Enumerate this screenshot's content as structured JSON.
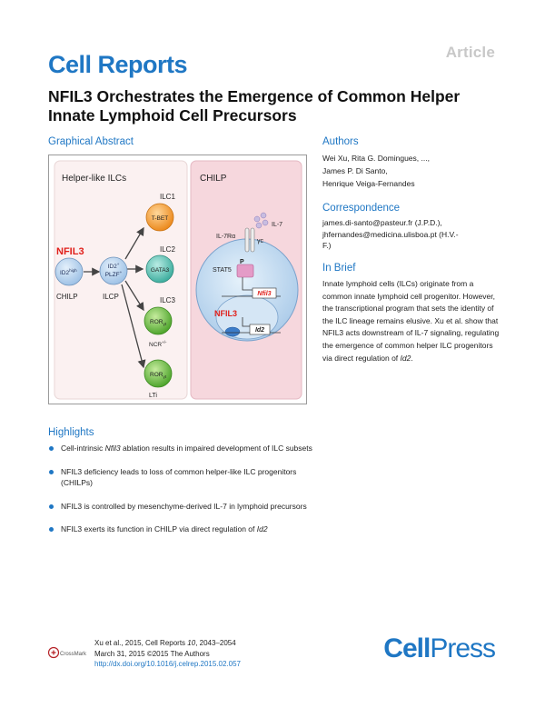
{
  "header": {
    "article_tag": "Article",
    "journal": "Cell Reports",
    "title": "NFIL3 Orchestrates the Emergence of Common Helper Innate Lymphoid Cell Precursors"
  },
  "graphical_abstract": {
    "heading": "Graphical Abstract",
    "left_panel_label": "Helper-like ILCs",
    "right_panel_label": "CHILP",
    "nfil3_label": "NFIL3",
    "chilp_cell_text": "ID2",
    "chilp_cell_sup": "high",
    "chilp_label": "CHILP",
    "ilcp_line1": "ID2",
    "ilcp_line2": "PLZF",
    "ilcp_sup": "+",
    "ilcp_label": "ILCP",
    "ilc1_label": "ILC1",
    "tbet": "T-BET",
    "ilc2_label": "ILC2",
    "gata3": "GATA3",
    "ilc3_label": "ILC3",
    "ror": "ROR",
    "ror_sub": "γt",
    "ncr_label": "NCR",
    "ncr_sup": "+/-",
    "lti_label": "LTi",
    "il7": "IL-7",
    "il7ra": "IL-7Rα",
    "gamma_c": "γc",
    "stat5": "STAT5",
    "p": "P",
    "nfil3_gene": "Nfil3",
    "nfil3_protein": "NFIL3",
    "id2_gene": "Id2"
  },
  "authors": {
    "heading": "Authors",
    "lines": [
      "Wei Xu, Rita G. Domingues, ...,",
      "James P. Di Santo,",
      "Henrique Veiga-Fernandes"
    ]
  },
  "correspondence": {
    "heading": "Correspondence",
    "lines": [
      "james.di-santo@pasteur.fr (J.P.D.),",
      "jhfernandes@medicina.ulisboa.pt (H.V.-",
      "F.)"
    ]
  },
  "in_brief": {
    "heading": "In Brief",
    "text_before": "Innate lymphoid cells (ILCs) originate from a common innate lymphoid cell progenitor. However, the transcriptional program that sets the identity of the ILC lineage remains elusive. Xu et al. show that NFIL3 acts downstream of IL-7 signaling, regulating the emergence of common helper ILC progenitors via direct regulation of ",
    "text_italic": "Id2",
    "text_after": "."
  },
  "highlights": {
    "heading": "Highlights",
    "item1_before": "Cell-intrinsic ",
    "item1_italic": "Nfil3",
    "item1_after": " ablation results in impaired development of ILC subsets",
    "item2": "NFIL3 deficiency leads to loss of common helper-like ILC progenitors (CHILPs)",
    "item3": "NFIL3 is controlled by mesenchyme-derived IL-7 in lymphoid precursors",
    "item4_before": "NFIL3 exerts its function in CHILP via direct regulation of ",
    "item4_italic": "Id2"
  },
  "footer": {
    "citation_prefix": "Xu et al., 2015, Cell Reports ",
    "citation_volume": "10",
    "citation_pages": ", 2043–2054",
    "line2": "March 31, 2015 ©2015 The Authors",
    "doi": "http://dx.doi.org/10.1016/j.celrep.2015.02.057",
    "crossmark": "CrossMark",
    "publisher_bold": "Cell",
    "publisher_light": "Press"
  },
  "colors": {
    "accent": "#1f77c4",
    "nfil3_red": "#e0201b",
    "panel_left": "#fbf1f1",
    "panel_right": "#f6d7dd",
    "orange": "#f2a23a",
    "teal": "#5bc3b6",
    "green": "#6abf45"
  }
}
